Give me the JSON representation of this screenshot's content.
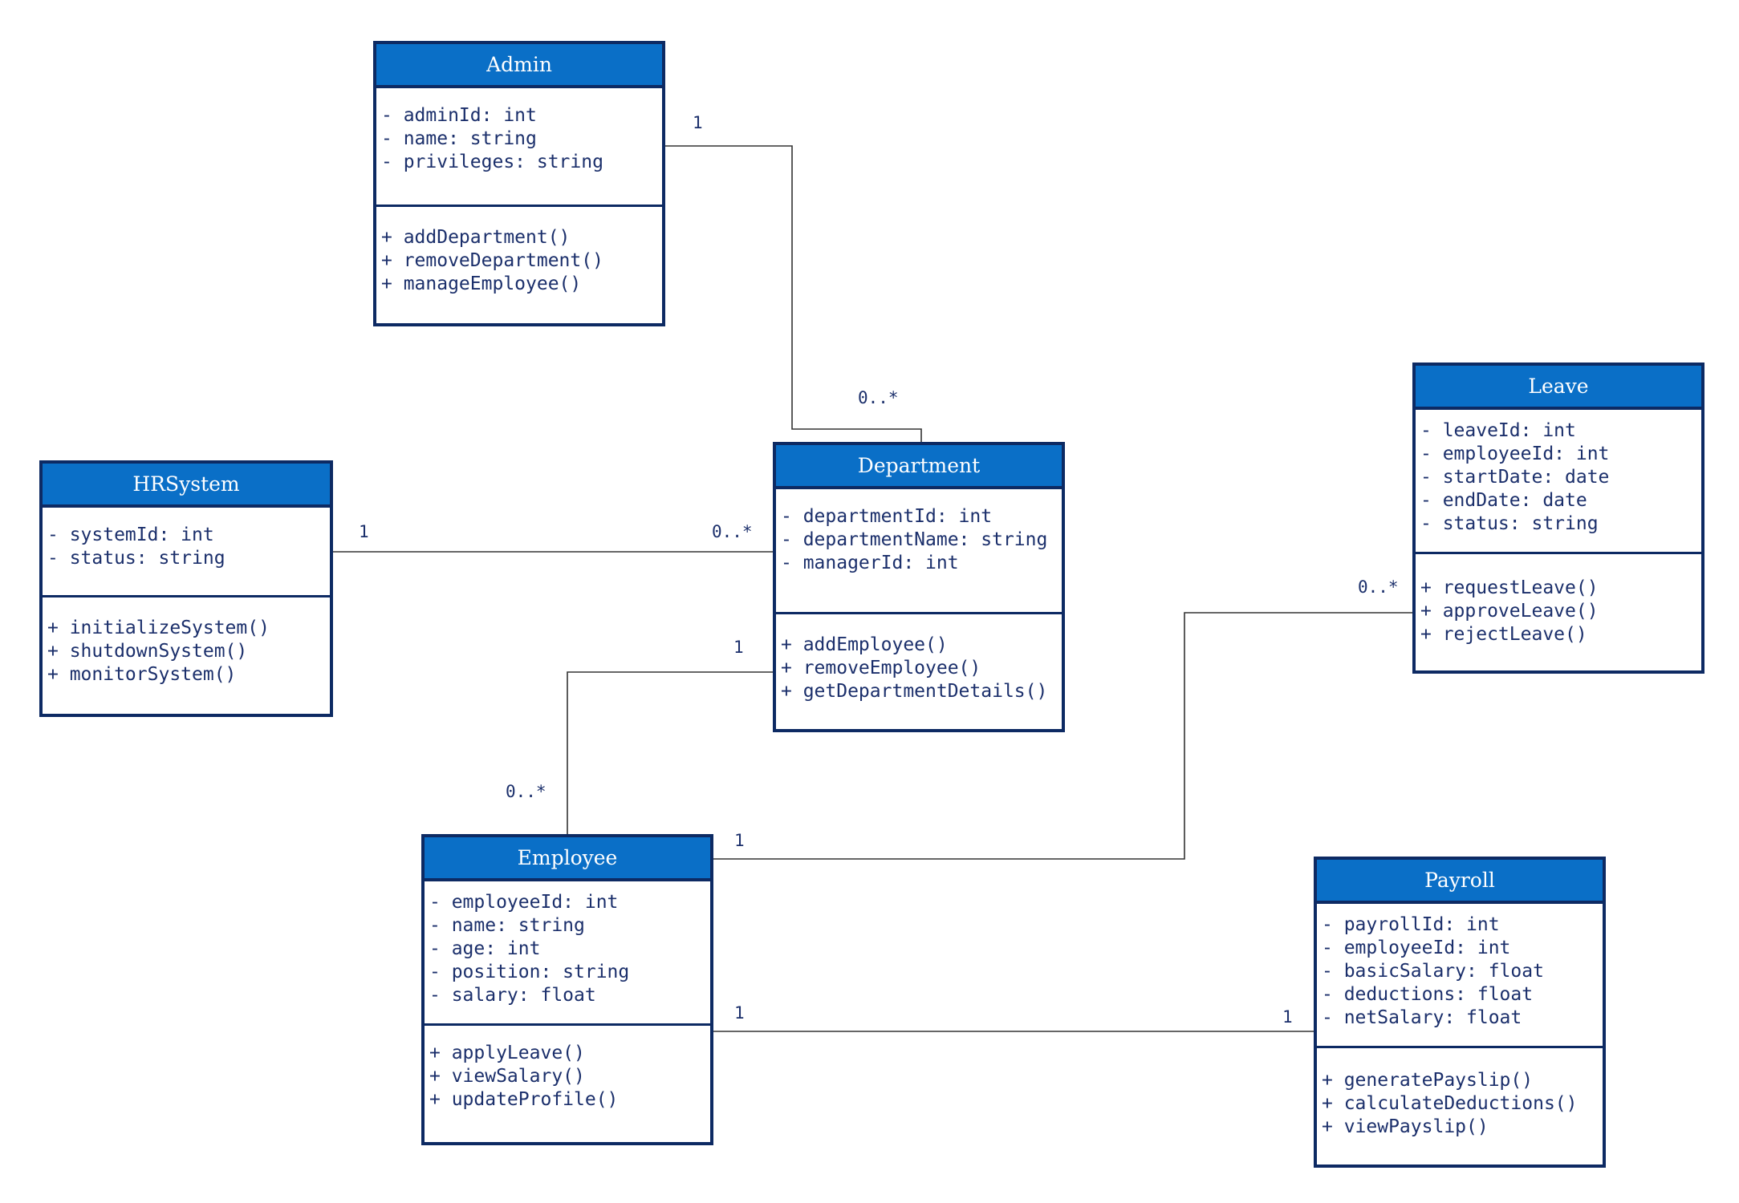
{
  "classes": {
    "admin": {
      "name": "Admin",
      "attributes": [
        "- adminId: int",
        "- name: string",
        "- privileges: string"
      ],
      "methods": [
        "+ addDepartment()",
        "+ removeDepartment()",
        "+ manageEmployee()"
      ]
    },
    "hrsystem": {
      "name": "HRSystem",
      "attributes": [
        "- systemId: int",
        "- status: string"
      ],
      "methods": [
        "+ initializeSystem()",
        "+ shutdownSystem()",
        "+ monitorSystem()"
      ]
    },
    "department": {
      "name": "Department",
      "attributes": [
        "- departmentId: int",
        "- departmentName: string",
        "- managerId: int"
      ],
      "methods": [
        "+ addEmployee()",
        "+ removeEmployee()",
        "+ getDepartmentDetails()"
      ]
    },
    "leave": {
      "name": "Leave",
      "attributes": [
        "- leaveId: int",
        "- employeeId: int",
        "- startDate: date",
        "- endDate: date",
        "- status: string"
      ],
      "methods": [
        "+ requestLeave()",
        "+ approveLeave()",
        "+ rejectLeave()"
      ]
    },
    "employee": {
      "name": "Employee",
      "attributes": [
        "- employeeId: int",
        "- name: string",
        "- age: int",
        "- position: string",
        "- salary: float"
      ],
      "methods": [
        "+ applyLeave()",
        "+ viewSalary()",
        "+ updateProfile()"
      ]
    },
    "payroll": {
      "name": "Payroll",
      "attributes": [
        "- payrollId: int",
        "- employeeId: int",
        "- basicSalary: float",
        "- deductions: float",
        "- netSalary: float"
      ],
      "methods": [
        "+ generatePayslip()",
        "+ calculateDeductions()",
        "+ viewPayslip()"
      ]
    }
  },
  "associations": [
    {
      "from": "Admin",
      "to": "Department",
      "from_multiplicity": "1",
      "to_multiplicity": "0..*"
    },
    {
      "from": "HRSystem",
      "to": "Department",
      "from_multiplicity": "1",
      "to_multiplicity": "0..*"
    },
    {
      "from": "Department",
      "to": "Employee",
      "from_multiplicity": "1",
      "to_multiplicity": "0..*"
    },
    {
      "from": "Employee",
      "to": "Leave",
      "from_multiplicity": "1",
      "to_multiplicity": "0..*"
    },
    {
      "from": "Employee",
      "to": "Payroll",
      "from_multiplicity": "1",
      "to_multiplicity": "1"
    }
  ],
  "colors": {
    "header_fill": "#0a6fc7",
    "border": "#0d2a63",
    "text": "#1b2f6b",
    "connector": "#333333"
  }
}
